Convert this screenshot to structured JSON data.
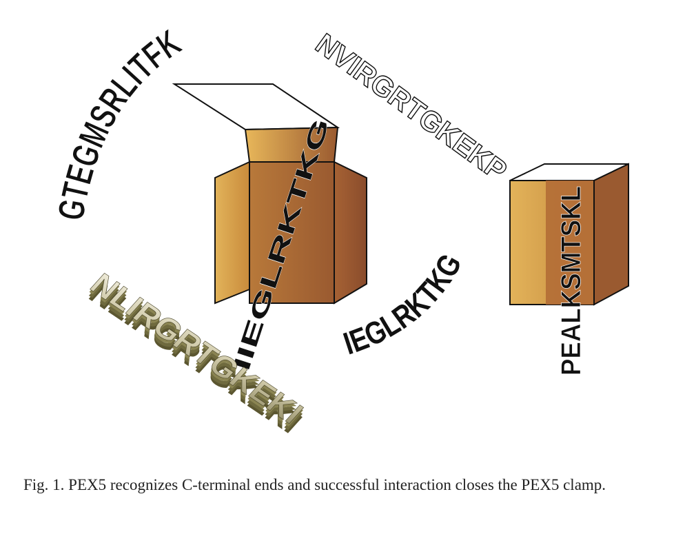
{
  "figure": {
    "sequences": {
      "arc_top_left": "GTEGMSRLITFK",
      "top_right": "NVIRGRTGKEKP",
      "bottom_left_3d": "NLIRGRTGKEKI",
      "open_box_inner": "IIEGLRKTKG",
      "curved_middle": "IEGLRKTKG",
      "closed_box": "PEALKSMTSKL"
    }
  },
  "caption": {
    "text": "Fig. 1. PEX5 recognizes C-terminal ends and successful interaction closes the PEX5 clamp."
  },
  "colors": {
    "box_light": "#d7a44a",
    "box_mid": "#b8793a",
    "box_dark": "#8b4f2e",
    "extrude_gold": "#6f6a3e",
    "text_black": "#111111"
  }
}
